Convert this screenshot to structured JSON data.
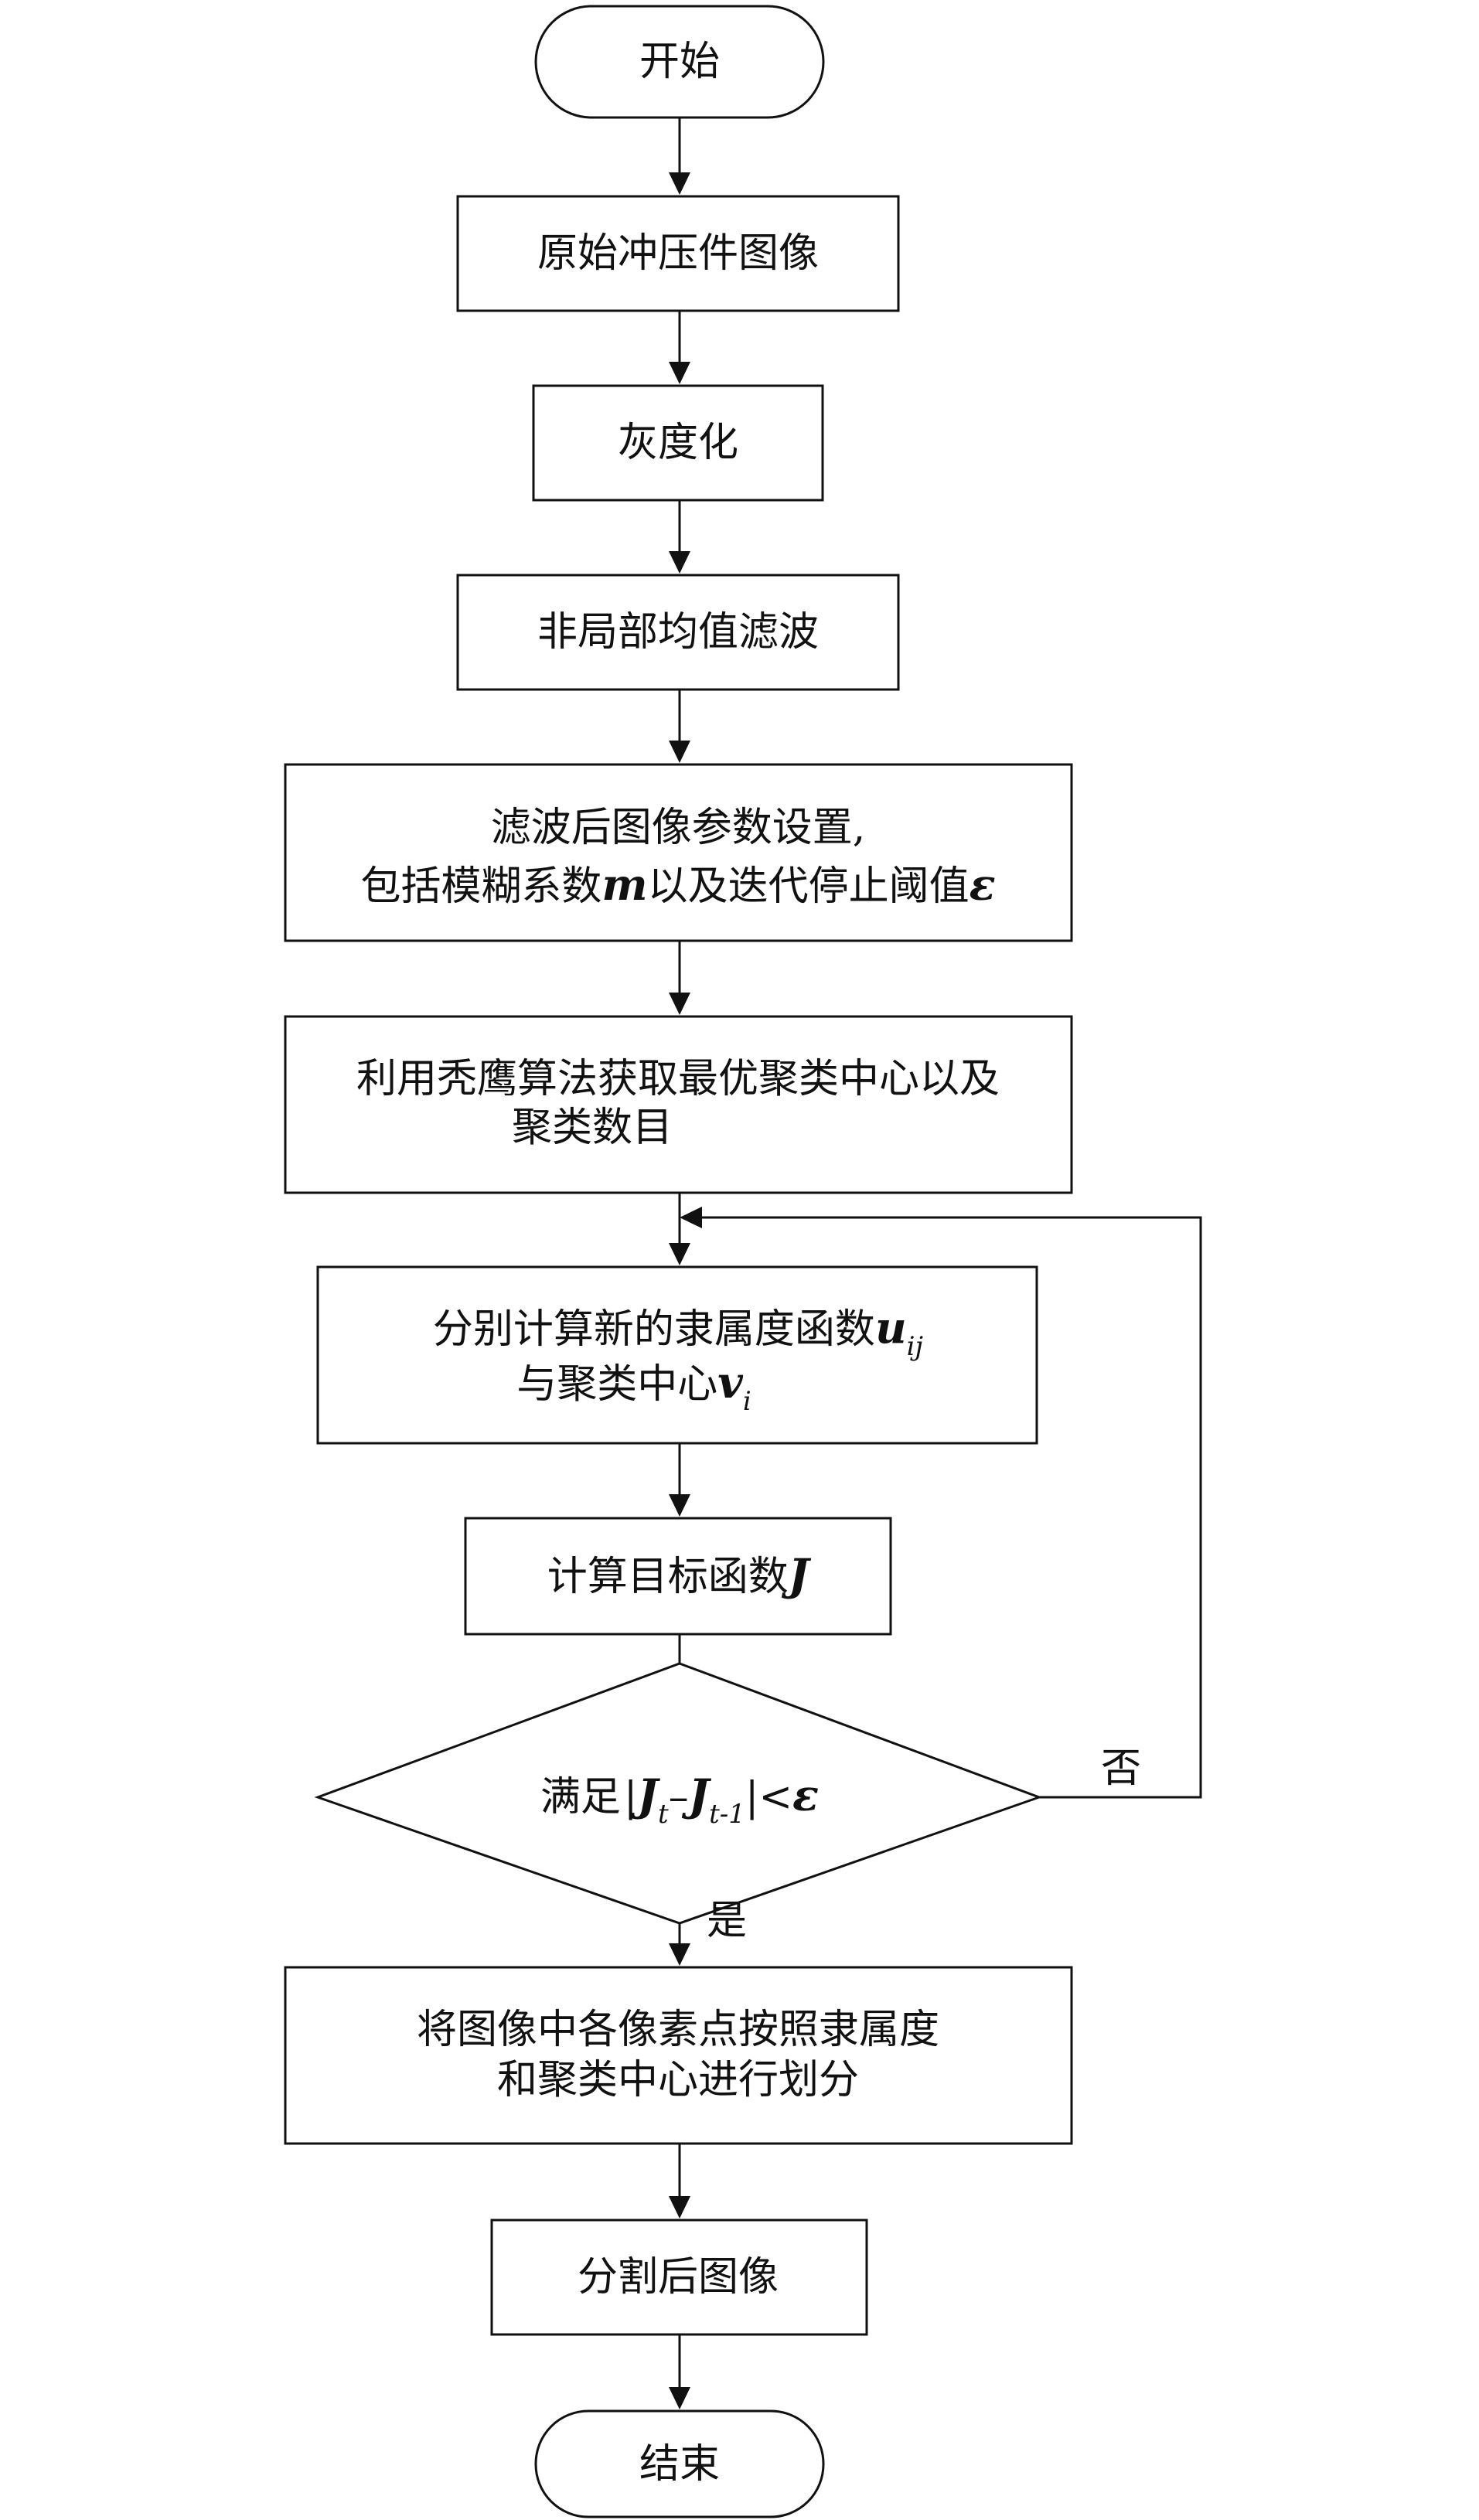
{
  "nodes": {
    "start": "开始",
    "original": "原始冲压件图像",
    "grayscale": "灰度化",
    "nlm_filter": "非局部均值滤波",
    "params_line1": "滤波后图像参数设置,",
    "params_line2_pre": "包括模糊系数",
    "params_m": "m",
    "params_line2_mid": "以及迭代停止阈值",
    "params_eps": "ε",
    "eagle_line1": "利用秃鹰算法获取最优聚类中心以及",
    "eagle_line2": "聚类数目",
    "compute_line1": "分别计算新的隶属度函数",
    "compute_u": "u",
    "compute_u_sub": "ij",
    "compute_line2": "与聚类中心",
    "compute_v": "v",
    "compute_v_sub": "i",
    "objective_pre": "计算目标函数",
    "objective_J": "J",
    "decision_pre": "满足",
    "decision_J": "J",
    "decision_t": "t",
    "decision_minus": "–",
    "decision_t1": "t-1",
    "decision_lt": "<",
    "decision_eps": "ε",
    "partition_line1": "将图像中各像素点按照隶属度",
    "partition_line2": "和聚类中心进行划分",
    "segmented": "分割后图像",
    "end": "结束"
  },
  "edges": {
    "no": "否",
    "yes": "是"
  }
}
